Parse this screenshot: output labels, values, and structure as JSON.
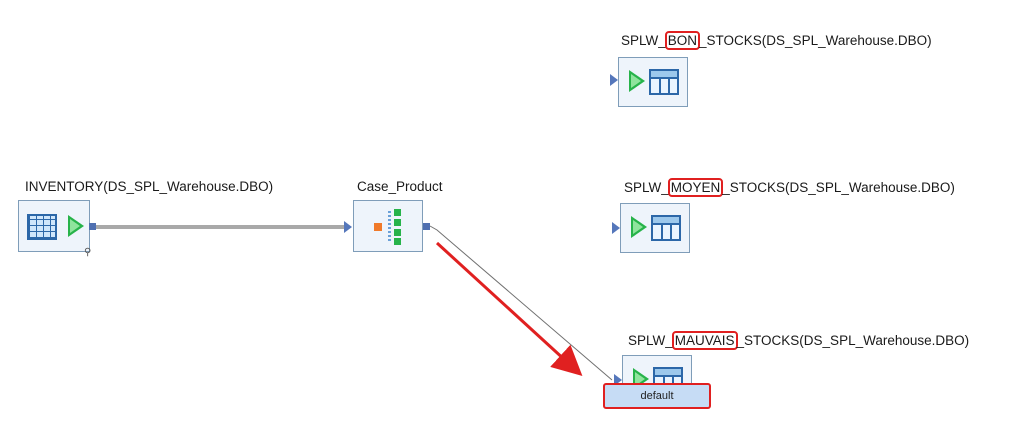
{
  "source": {
    "label": "INVENTORY(DS_SPL_Warehouse.DBO)",
    "icon": "source-table-icon"
  },
  "transform": {
    "label": "Case_Product",
    "icon": "case-transform-icon"
  },
  "targets": [
    {
      "prefix": "SPLW_",
      "highlight": "BON",
      "suffix": "_STOCKS(DS_SPL_Warehouse.DBO)"
    },
    {
      "prefix": "SPLW_",
      "highlight": "MOYEN",
      "suffix": "_STOCKS(DS_SPL_Warehouse.DBO)"
    },
    {
      "prefix": "SPLW_",
      "highlight": "MAUVAIS",
      "suffix": "_STOCKS(DS_SPL_Warehouse.DBO)"
    }
  ],
  "tooltip": {
    "label": "default"
  },
  "colors": {
    "annotation": "#e02020",
    "port": "#4f6fb0",
    "play": "#27b34a"
  }
}
